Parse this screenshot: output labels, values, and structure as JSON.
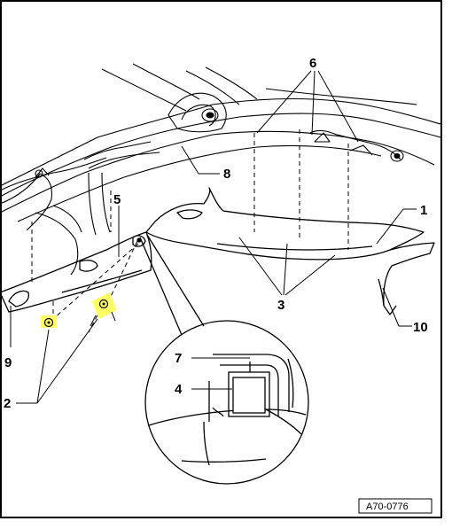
{
  "callouts": {
    "c1": "1",
    "c2": "2",
    "c3": "3",
    "c4": "4",
    "c5": "5",
    "c6": "6",
    "c7": "7",
    "c8": "8",
    "c9": "9",
    "c10": "10"
  },
  "figure_ref": "A70-0776",
  "colors": {
    "highlight": "#ffff66",
    "line": "#000000",
    "background": "#ffffff"
  }
}
